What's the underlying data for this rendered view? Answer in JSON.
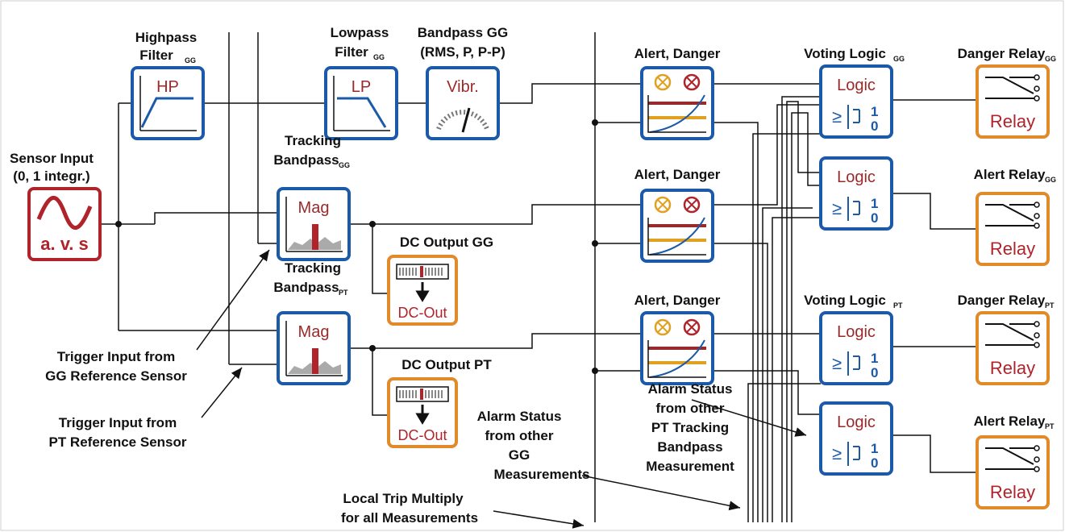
{
  "labels": {
    "highpass_line1": "Highpass",
    "highpass_line2": "Filter",
    "highpass_sub": "GG",
    "lowpass_line1": "Lowpass",
    "lowpass_line2": "Filter",
    "lowpass_sub": "GG",
    "bandpass_line1": "Bandpass GG",
    "bandpass_line2": "(RMS, P, P-P)",
    "sensor_line1": "Sensor Input",
    "sensor_line2": "(0, 1 integr.)",
    "tracking_gg_line1": "Tracking",
    "tracking_gg_line2": "Bandpass",
    "tracking_gg_sub": "GG",
    "tracking_pt_line1": "Tracking",
    "tracking_pt_line2": "Bandpass",
    "tracking_pt_sub": "PT",
    "dc_output_gg": "DC Output GG",
    "dc_output_pt": "DC Output PT",
    "alert_danger_1": "Alert, Danger",
    "alert_danger_2": "Alert, Danger",
    "alert_danger_3": "Alert, Danger",
    "voting_logic_gg": "Voting Logic",
    "voting_logic_gg_sub": "GG",
    "voting_logic_pt": "Voting Logic",
    "voting_logic_pt_sub": "PT",
    "danger_relay_gg": "Danger Relay",
    "danger_relay_gg_sub": "GG",
    "alert_relay_gg": "Alert Relay",
    "alert_relay_gg_sub": "GG",
    "danger_relay_pt": "Danger Relay",
    "danger_relay_pt_sub": "PT",
    "alert_relay_pt": "Alert Relay",
    "alert_relay_pt_sub": "PT",
    "trigger_gg_line1": "Trigger Input from",
    "trigger_gg_line2": "GG Reference Sensor",
    "trigger_pt_line1": "Trigger Input from",
    "trigger_pt_line2": "PT Reference Sensor",
    "alarm_gg_line1": "Alarm Status",
    "alarm_gg_line2": "from other",
    "alarm_gg_line3": "GG",
    "alarm_gg_line4": "Measurements",
    "alarm_pt_line1": "Alarm Status",
    "alarm_pt_line2": "from other",
    "alarm_pt_line3": "PT Tracking",
    "alarm_pt_line4": "Bandpass",
    "alarm_pt_line5": "Measurement",
    "local_trip_line1": "Local Trip Multiply",
    "local_trip_line2": "for all Measurements"
  },
  "blocks": {
    "hp": "HP",
    "lp": "LP",
    "vibr": "Vibr.",
    "sensor_bottom": "a. v. s",
    "mag": "Mag",
    "dc_out": "DC-Out",
    "logic": "Logic",
    "logic_one": "1",
    "logic_zero": "0",
    "relay": "Relay"
  },
  "colors": {
    "blue_block": "#1a5aa8",
    "orange_block": "#e08a2a",
    "red_block": "#b0232a",
    "dark_red_text": "#9a2a2a"
  }
}
